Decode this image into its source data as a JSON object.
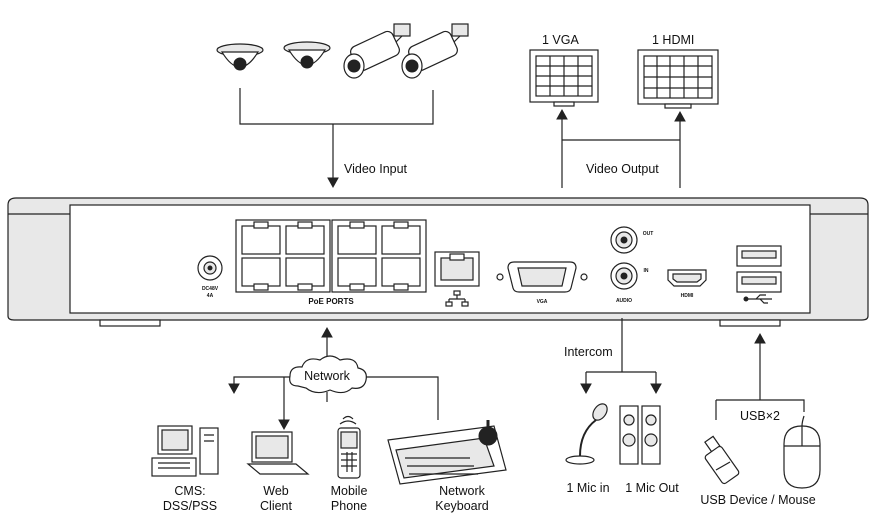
{
  "labels": {
    "vga": "1 VGA",
    "hdmi": "1 HDMI",
    "video_input": "Video Input",
    "video_output": "Video Output",
    "intercom": "Intercom",
    "network": "Network",
    "usb_x2": "USB×2",
    "cms_line1": "CMS:",
    "cms_line2": "DSS/PSS",
    "web_line1": "Web",
    "web_line2": "Client",
    "mobile_line1": "Mobile",
    "mobile_line2": "Phone",
    "keyboard_line1": "Network",
    "keyboard_line2": "Keyboard",
    "mic_in": "1 Mic in",
    "mic_out": "1 Mic Out",
    "usb_device": "USB Device / Mouse"
  },
  "panel_labels": {
    "power": "DC48V",
    "power_sub": "4A",
    "poe_ports": "PoE PORTS",
    "vga_port": "VGA",
    "audio_out": "OUT",
    "audio_in": "IN",
    "audio_group": "AUDIO",
    "hdmi_port": "HDMI"
  }
}
